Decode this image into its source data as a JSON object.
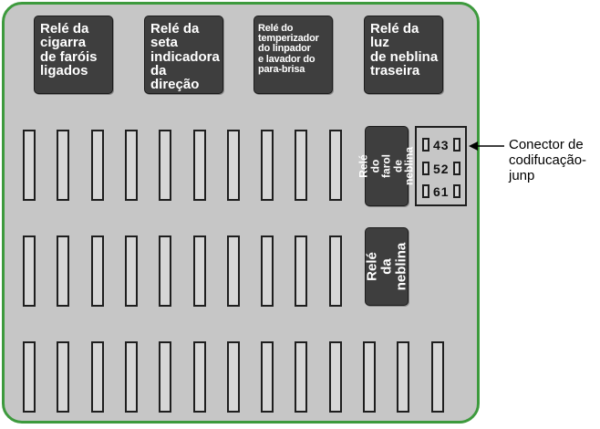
{
  "relays": {
    "headlight_lighter": "Relé da\ncigarra\nde faróis\nligados",
    "turn_signal": "Relé da\nseta\nindicadora\nda direção",
    "wiper_washer": "Relé do\ntemperizador\ndo linpador\ne lavador do\npara-brisa",
    "rear_fog_light": "Relé da luz\nde neblina\ntraseira",
    "fog_lamp": "Relé do farol\nde neblina",
    "fog": "Relé da\nneblina"
  },
  "connector": {
    "codes": [
      "43",
      "52",
      "61"
    ],
    "callout": "Conector de\ncodifucação-\njunp"
  },
  "fuse_rows": {
    "top_count": 10,
    "middle_count": 10,
    "bottom_count": 13
  },
  "colors": {
    "panel_fill": "#c6c6c6",
    "panel_border": "#3d9a3d",
    "relay_fill": "#3e3e3e",
    "fuse_fill": "#d6d6d6"
  }
}
